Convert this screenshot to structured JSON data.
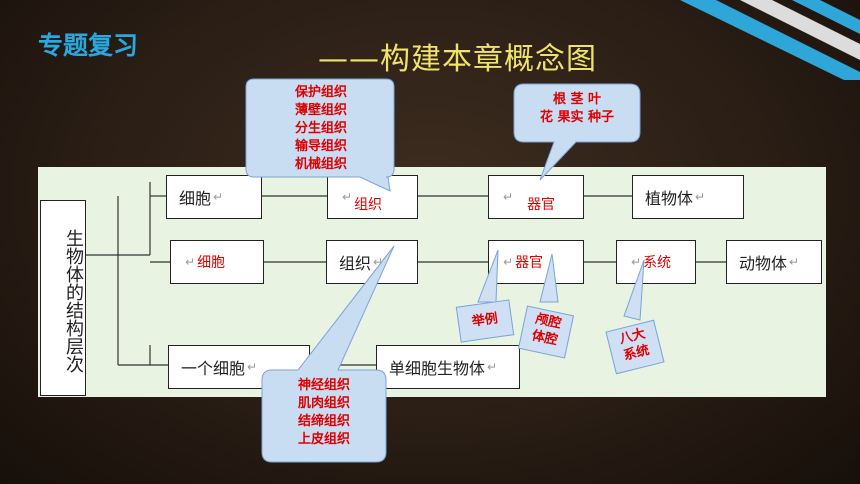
{
  "heading": "专题复习",
  "title": "——构建本章概念图",
  "root_label": "生物体的结构层次",
  "rows": {
    "plant": [
      "细胞",
      "组织",
      "器官",
      "植物体"
    ],
    "animal": [
      "细胞",
      "组织",
      "器官",
      "系统",
      "动物体"
    ],
    "single": [
      "一个细胞",
      "单细胞生物体"
    ]
  },
  "callouts": {
    "plant_tissues": [
      "保护组织",
      "薄壁组织",
      "分生组织",
      "输导组织",
      "机械组织"
    ],
    "plant_organs": [
      "根 茎 叶",
      "花 果实 种子"
    ],
    "animal_tissues": [
      "神经组织",
      "肌肉组织",
      "结缔组织",
      "上皮组织"
    ]
  },
  "tags": {
    "example": "举例",
    "cavities": [
      "颅腔",
      "体腔"
    ],
    "eight_systems": [
      "八大",
      "系统"
    ]
  },
  "colors": {
    "heading": "#29a8e0",
    "title": "#f0e36a",
    "highlight": "#e00000",
    "callout_bg": "#c8dcf2"
  }
}
